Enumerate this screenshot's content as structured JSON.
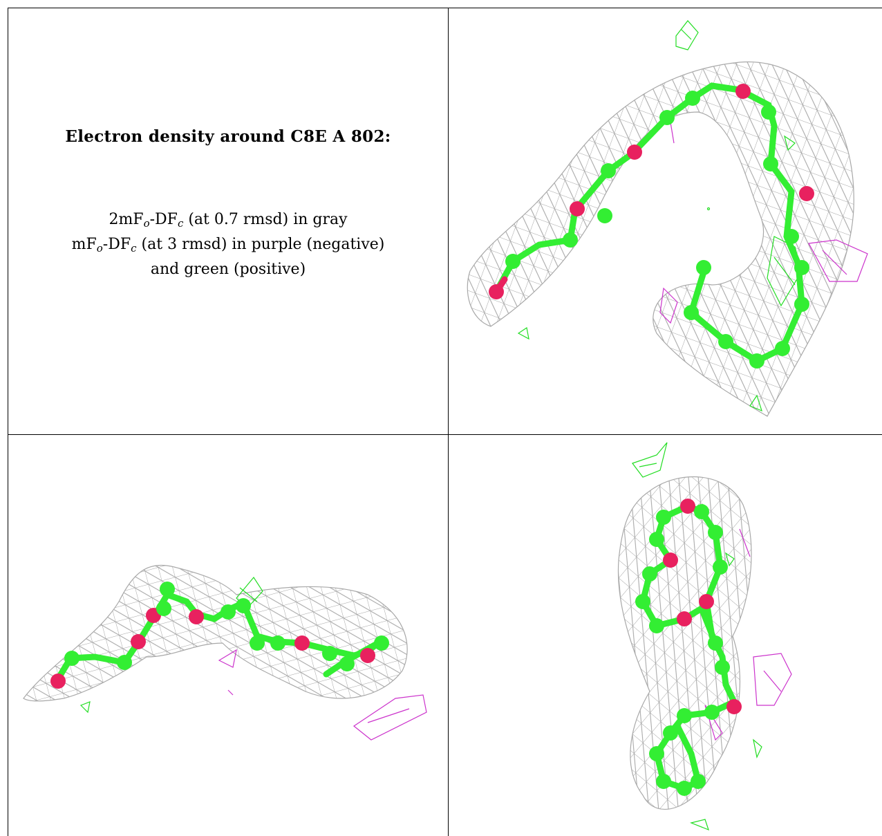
{
  "title": "Electron density around C8E A 802:",
  "legend": {
    "line1": {
      "prefix": "2mF",
      "o": "o",
      "mid": "-DF",
      "c": "c",
      "suffix": " (at 0.7 rmsd) in gray"
    },
    "line2": {
      "prefix": "mF",
      "o": "o",
      "mid": "-DF",
      "c": "c",
      "suffix": " (at 3 rmsd) in purple (negative)"
    },
    "line3": "and green (positive)"
  },
  "colors": {
    "mesh_gray": "#9a9a9a",
    "carbon_green": "#33ee33",
    "oxygen_pink": "#e8215f",
    "negative_purple": "#cc33cc",
    "positive_green": "#22dd22",
    "border": "#000000"
  },
  "views": [
    {
      "name": "view-top-right",
      "molecule": "C8E"
    },
    {
      "name": "view-bottom-left",
      "molecule": "C8E"
    },
    {
      "name": "view-bottom-right",
      "molecule": "C8E"
    }
  ]
}
